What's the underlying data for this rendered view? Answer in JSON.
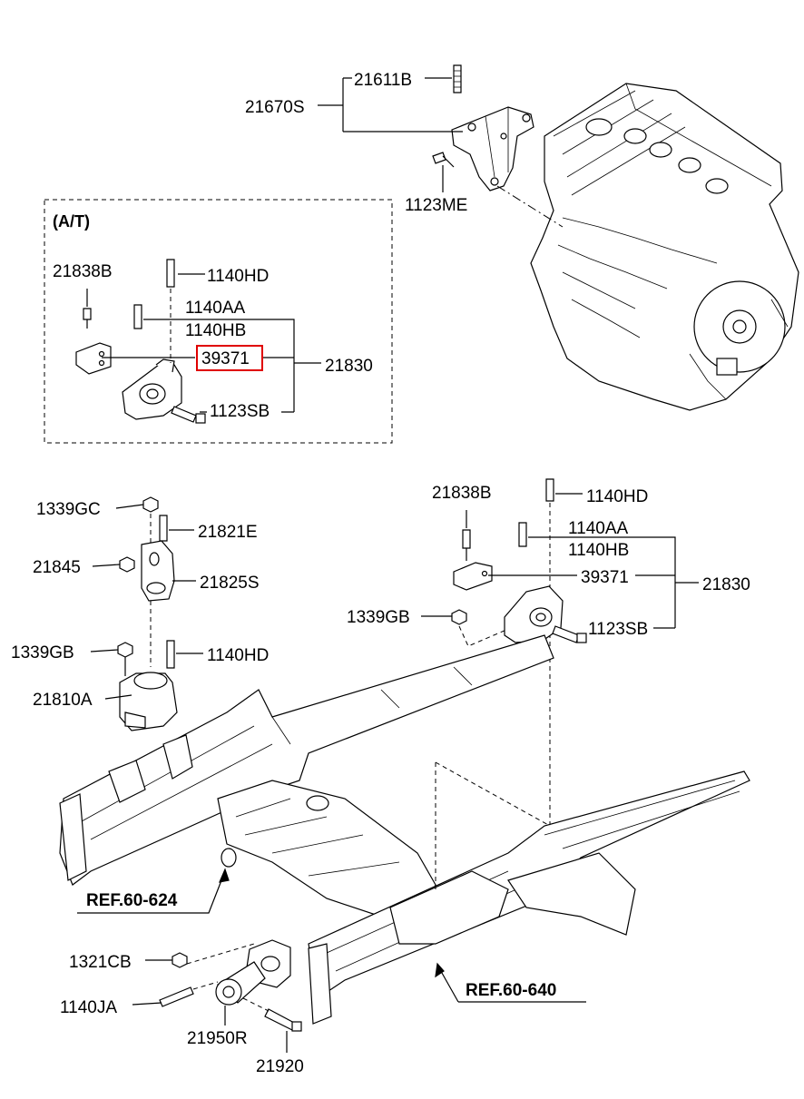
{
  "at_box": {
    "title": "(A/T)",
    "labels": {
      "b21838": "21838B",
      "h1140hd": "1140HD",
      "h1140aa": "1140AA",
      "h1140hb": "1140HB",
      "p39371": "39371",
      "p21830": "21830",
      "p1123sb": "1123SB"
    }
  },
  "top": {
    "p21611b": "21611B",
    "p21670s": "21670S",
    "p1123me": "1123ME"
  },
  "left": {
    "p1339gc": "1339GC",
    "p21821e": "21821E",
    "p21845": "21845",
    "p21825s": "21825S",
    "p1339gb": "1339GB",
    "p1140hd": "1140HD",
    "p21810a": "21810A"
  },
  "right": {
    "p21838b": "21838B",
    "p1140hd": "1140HD",
    "p1140aa": "1140AA",
    "p1140hb": "1140HB",
    "p39371": "39371",
    "p21830": "21830",
    "p1339gb": "1339GB",
    "p1123sb": "1123SB"
  },
  "refs": {
    "ref624": "REF.60-624",
    "ref640": "REF.60-640"
  },
  "bottom": {
    "p1321cb": "1321CB",
    "p1140ja": "1140JA",
    "p21950r": "21950R",
    "p21920": "21920"
  },
  "highlight_color": "#e00000"
}
